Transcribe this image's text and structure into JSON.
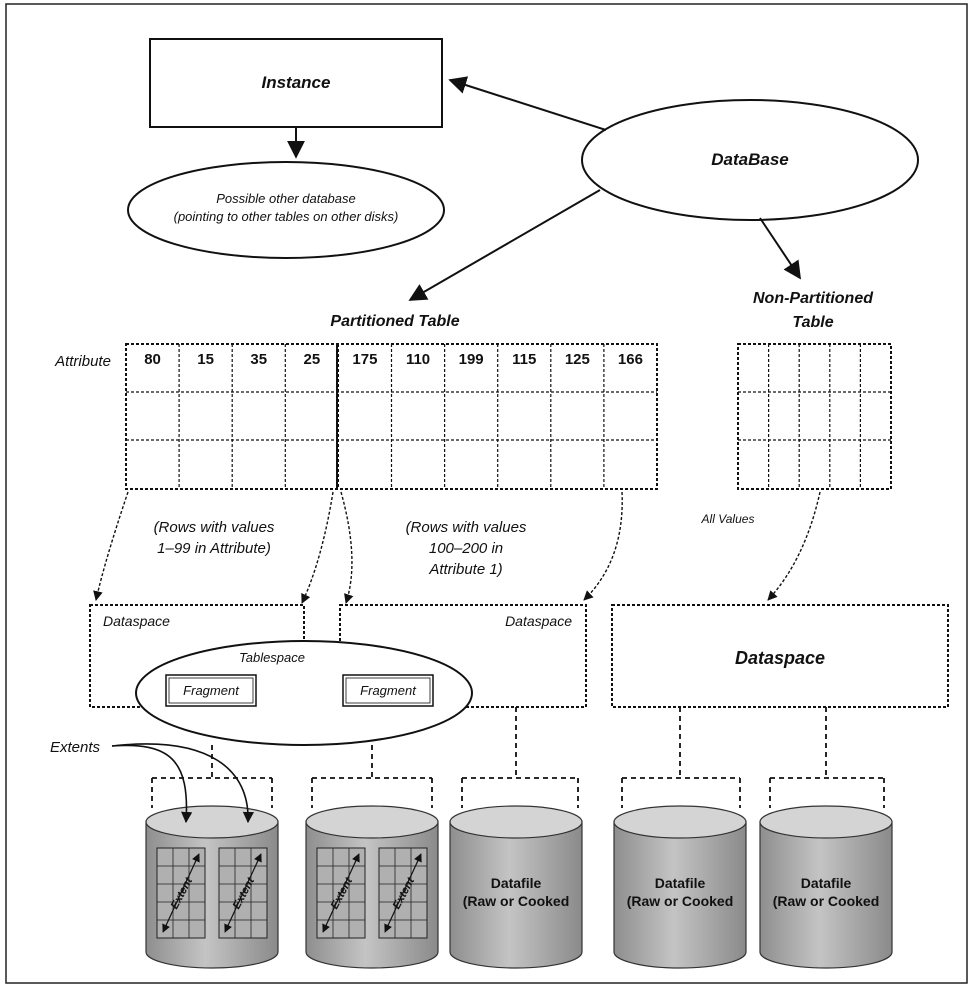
{
  "instance": {
    "label": "Instance"
  },
  "database": {
    "label": "DataBase"
  },
  "other_database": {
    "line1": "Possible other database",
    "line2": "(pointing to other tables on other disks)"
  },
  "partitioned_table": {
    "title": "Partitioned Table",
    "row_label": "Attribute",
    "values": [
      "80",
      "15",
      "35",
      "25",
      "175",
      "110",
      "199",
      "115",
      "125",
      "166"
    ]
  },
  "non_partitioned_table": {
    "title_line1": "Non-Partitioned",
    "title_line2": "Table"
  },
  "notes": {
    "rows_low": [
      "(Rows with values",
      "1–99 in Attribute)"
    ],
    "rows_high": [
      "(Rows with values",
      "100–200 in",
      "Attribute 1)"
    ],
    "all_values": "All Values"
  },
  "dataspaces": {
    "left": "Dataspace",
    "middle": "Dataspace",
    "right": "Dataspace"
  },
  "tablespace": {
    "label": "Tablespace",
    "fragment1": "Fragment",
    "fragment2": "Fragment"
  },
  "extents_label": "Extents",
  "extent_label": "Extent",
  "datafile": {
    "line1": "Datafile",
    "line2": "(Raw or Cooked"
  }
}
